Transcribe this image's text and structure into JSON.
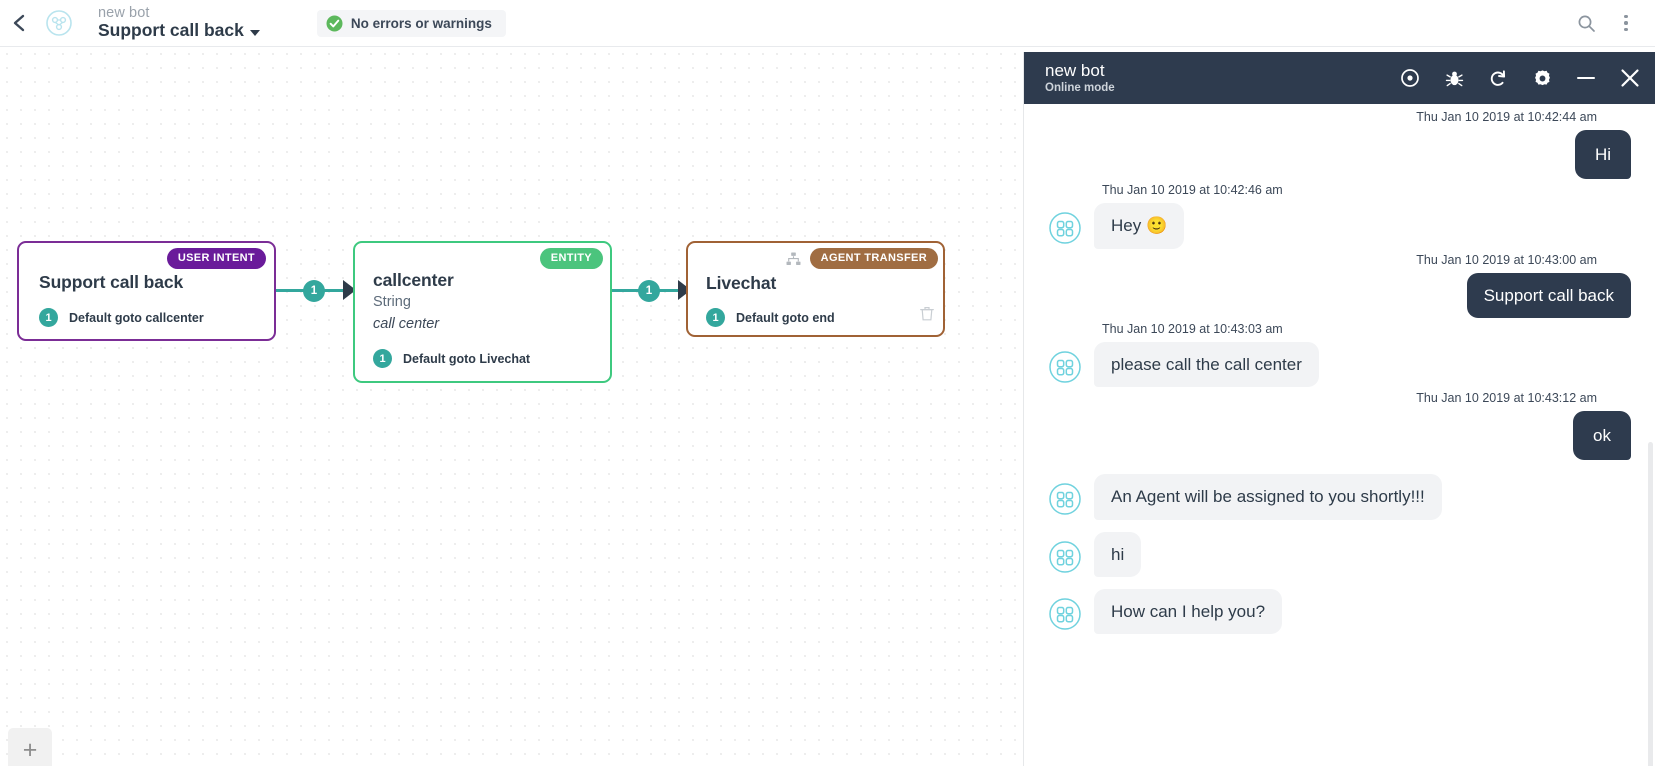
{
  "topbar": {
    "back_icon": "chevron-left-icon",
    "logo_icon": "bot-logo-icon",
    "bot_name": "new bot",
    "flow_name": "Support call back",
    "status_text": "No errors or warnings",
    "status_icon": "check-circle-icon",
    "status_color": "#5cb85c",
    "search_icon": "search-icon",
    "menu_icon": "kebab-menu-icon"
  },
  "canvas": {
    "zoom_in_label": "+",
    "nodes": [
      {
        "id": "support-call-back",
        "title": "Support call back",
        "badge": "USER INTENT",
        "badge_color": "#6a1b9a",
        "border_color": "#7b2d96",
        "ports": [
          {
            "num": "1",
            "label": "Default goto callcenter"
          }
        ]
      },
      {
        "id": "callcenter",
        "title": "callcenter",
        "badge": "ENTITY",
        "badge_color": "#4bc47d",
        "border_color": "#3ec97f",
        "type_line": "String",
        "value_line": "call center",
        "ports": [
          {
            "num": "1",
            "label": "Default goto Livechat"
          }
        ]
      },
      {
        "id": "livechat",
        "title": "Livechat",
        "badge": "AGENT TRANSFER",
        "badge_color": "#a06d42",
        "border_color": "#a06235",
        "ports": [
          {
            "num": "1",
            "label": "Default goto end"
          }
        ],
        "tools": [
          "hierarchy-icon",
          "gear-icon"
        ],
        "delete_icon": "trash-icon"
      }
    ],
    "edges": [
      {
        "from": "support-call-back",
        "to": "callcenter",
        "label": "1",
        "color": "#33a79d"
      },
      {
        "from": "callcenter",
        "to": "livechat",
        "label": "1",
        "color": "#33a79d"
      }
    ]
  },
  "chat": {
    "title": "new bot",
    "subtitle": "Online mode",
    "header_icons": [
      "record-icon",
      "bug-icon",
      "refresh-icon",
      "gear-icon",
      "minimize-icon",
      "close-icon"
    ],
    "messages": [
      {
        "sender": "user",
        "timestamp": "Thu Jan 10 2019 at 10:42:44 am",
        "text": "Hi"
      },
      {
        "sender": "bot",
        "timestamp": "Thu Jan 10 2019 at 10:42:46 am",
        "text": "Hey",
        "emoji": "🙂"
      },
      {
        "sender": "user",
        "timestamp": "Thu Jan 10 2019 at 10:43:00 am",
        "text": "Support call back"
      },
      {
        "sender": "bot",
        "timestamp": "Thu Jan 10 2019 at 10:43:03 am",
        "text": "please call the call center"
      },
      {
        "sender": "user",
        "timestamp": "Thu Jan 10 2019 at 10:43:12 am",
        "text": "ok"
      },
      {
        "sender": "bot",
        "timestamp": "",
        "text": "An Agent will be assigned to you shortly!!!"
      },
      {
        "sender": "bot",
        "timestamp": "",
        "text": "hi"
      },
      {
        "sender": "bot",
        "timestamp": "",
        "text": "How can I help you?"
      }
    ]
  }
}
